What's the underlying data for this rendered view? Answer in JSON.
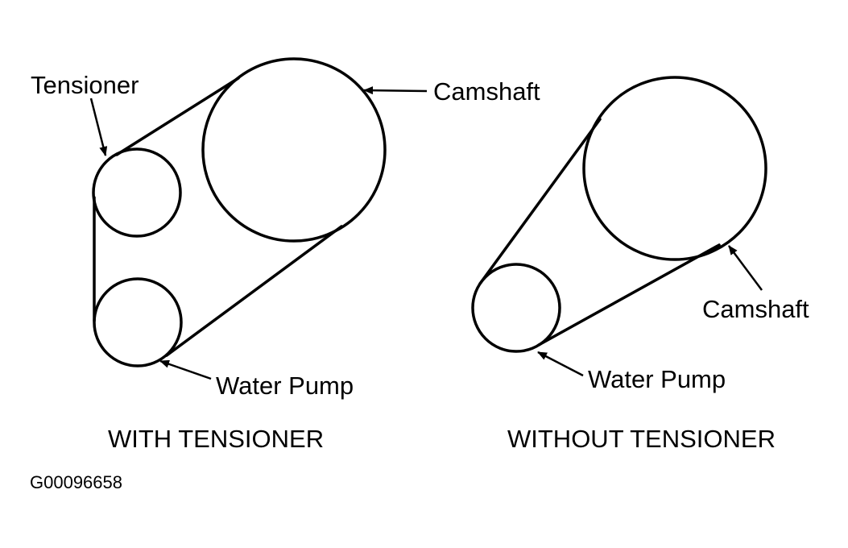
{
  "diagrams": {
    "with_tensioner": {
      "caption": "WITH TENSIONER",
      "labels": {
        "tensioner": "Tensioner",
        "camshaft": "Camshaft",
        "water_pump": "Water Pump"
      }
    },
    "without_tensioner": {
      "caption": "WITHOUT TENSIONER",
      "labels": {
        "camshaft": "Camshaft",
        "water_pump": "Water Pump"
      }
    }
  },
  "figure_id": "G00096658",
  "colors": {
    "line": "#000000",
    "background": "#ffffff"
  }
}
